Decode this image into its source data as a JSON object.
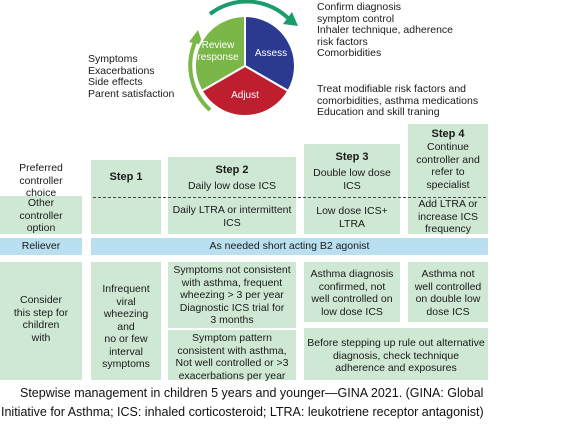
{
  "cycle": {
    "review": "Review\nresponse",
    "assess": "Assess",
    "adjust": "Adjust",
    "colors": {
      "review": "#7ab648",
      "assess": "#2b3990",
      "adjust": "#be1e2d",
      "arrow": "#1a9c6b",
      "green_arrow": "#7ab648"
    }
  },
  "notes": {
    "assess": "Confirm diagnosis\nsymptom control\nInhaler technique, adherence\nrisk factors\nComorbidities",
    "review": "Symptoms\nExacerbations\nSide effects\nParent satisfaction",
    "adjust": "Treat modifiable risk factors and\ncomorbidities, asthma medications\nEducation and skill traning"
  },
  "labels": {
    "preferred": "Preferred\ncontroller\nchoice",
    "other": "Other\ncontroller\noption",
    "reliever": "Reliever",
    "consider": "Consider\nthis step for\nchildren\nwith"
  },
  "steps": {
    "step1": {
      "title": "Step 1"
    },
    "step2": {
      "title": "Step 2",
      "preferred": "Daily low dose ICS",
      "other": "Daily LTRA or intermittent\nICS"
    },
    "step3": {
      "title": "Step 3",
      "preferred": "Double low dose\nICS",
      "other": "Low dose ICS+\nLTRA"
    },
    "step4": {
      "title": "Step 4",
      "preferred": "Continue\ncontroller and\nrefer to\nspecialist",
      "other": "Add LTRA or\nincrease ICS\nfrequency"
    }
  },
  "reliever_text": "As needed short acting B2 agonist",
  "consider": {
    "step1": "Infrequent\nviral\nwheezing\nand\nno or few\ninterval\nsymptoms",
    "step2a": "Symptoms not consistent\nwith asthma, frequent\nwheezing > 3 per year\nDiagnostic ICS trial for\n3 months",
    "step2b": "Symptom pattern\nconsistent with asthma,\nNot well controlled or >3\nexacerbations per year",
    "step3": "Asthma diagnosis\nconfirmed, not\nwell controlled on\nlow dose ICS",
    "step4": "Asthma not\nwell controlled\non double low\ndose ICS",
    "step34": "Before stepping up rule out alternative\ndiagnosis, check technique\nadherence and exposures"
  },
  "caption": {
    "line1": "Stepwise management in children 5 years and younger—GINA 2021. (GINA: Global",
    "line2": "Initiative for Asthma; ICS: inhaled corticosteroid; LTRA: leukotriene receptor antagonist)"
  },
  "box_color": "#cfe8d4",
  "reliever_color": "#b9dff1"
}
